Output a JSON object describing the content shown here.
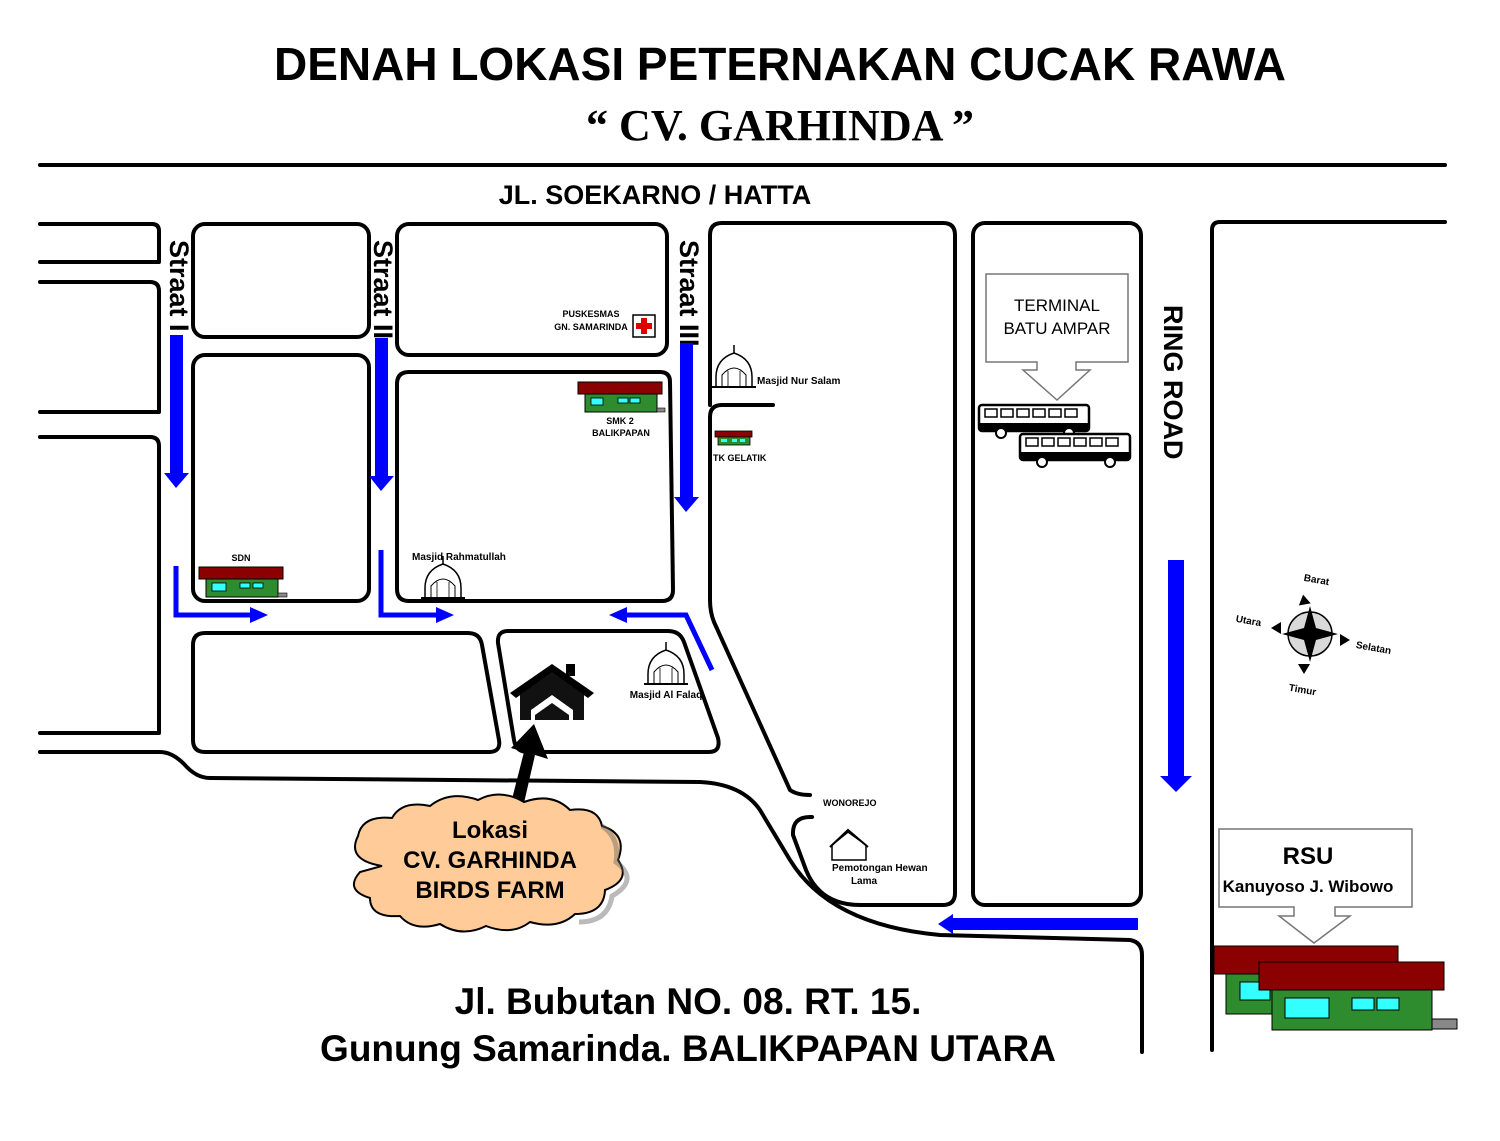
{
  "title": {
    "line1": "DENAH LOKASI PETERNAKAN CUCAK RAWA",
    "line2": "“ CV. GARHINDA ”"
  },
  "streets": {
    "main": "JL. SOEKARNO / HATTA",
    "straat1": "Straat I",
    "straat2": "Straat II",
    "straat3": "Straat III",
    "ring_road": "RING ROAD"
  },
  "landmarks": {
    "puskesmas_line1": "PUSKESMAS",
    "puskesmas_line2": "GN. SAMARINDA",
    "smk_line1": "SMK 2",
    "smk_line2": "BALIKPAPAN",
    "masjid_nur_salam": "Masjid Nur Salam",
    "tk_gelatik": "TK GELATIK",
    "sdn": "SDN",
    "masjid_rahmatullah": "Masjid Rahmatullah",
    "masjid_al_falaq": "Masjid Al Falaq",
    "wonorejo": "WONOREJO",
    "pemotongan_line1": "Pemotongan Hewan",
    "pemotongan_line2": "Lama",
    "terminal_line1": "TERMINAL",
    "terminal_line2": "BATU AMPAR",
    "rsu_line1": "RSU",
    "rsu_line2": "Kanuyoso J. Wibowo"
  },
  "location": {
    "line1": "Lokasi",
    "line2": "CV. GARHINDA",
    "line3": "BIRDS FARM"
  },
  "compass": {
    "north_up": "Barat",
    "left": "Utara",
    "right": "Selatan",
    "down": "Timur"
  },
  "address": {
    "line1": "Jl. Bubutan NO. 08. RT. 15.",
    "line2": "Gunung Samarinda. BALIKPAPAN UTARA"
  },
  "colors": {
    "arrow_blue": "#0000ff",
    "building_green": "#2e8b2e",
    "roof_red": "#8b0000",
    "window_cyan": "#33ffff",
    "cloud_orange": "#ffcc99",
    "cross_red": "#e00000"
  }
}
